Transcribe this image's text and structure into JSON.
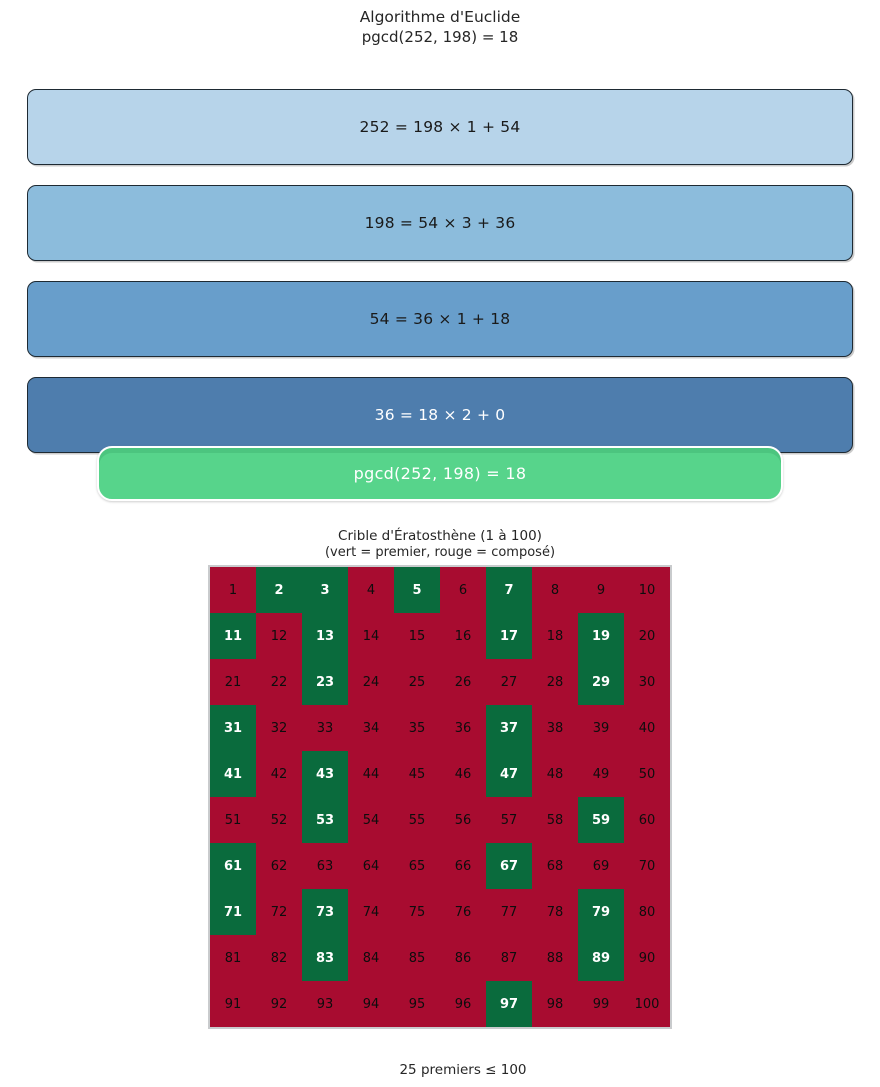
{
  "euclid": {
    "title": "Algorithme d'Euclide",
    "subtitle": "pgcd(252, 198) = 18",
    "steps": [
      {
        "text": "252 = 198 × 1 + 54",
        "fill": "#b7d4ea",
        "text_color": "#1a1a1a"
      },
      {
        "text": "198 = 54 × 3 + 36",
        "fill": "#8cbcdc",
        "text_color": "#1a1a1a"
      },
      {
        "text": "54 = 36 × 1 + 18",
        "fill": "#689ecb",
        "text_color": "#1a1a1a"
      },
      {
        "text": "36 = 18 × 2 + 0",
        "fill": "#4e7dad",
        "text_color": "#ffffff"
      }
    ],
    "result": {
      "text": "pgcd(252, 198) = 18",
      "fill": "#57d48b",
      "text_color": "#ffffff",
      "border_color": "#ffffff"
    }
  },
  "sieve": {
    "title": "Crible d'Ératosthène (1 à 100)",
    "legend": "(vert = premier, rouge = composé)",
    "grid_rows": 10,
    "grid_cols": 10,
    "numbers": [
      1,
      2,
      3,
      4,
      5,
      6,
      7,
      8,
      9,
      10,
      11,
      12,
      13,
      14,
      15,
      16,
      17,
      18,
      19,
      20,
      21,
      22,
      23,
      24,
      25,
      26,
      27,
      28,
      29,
      30,
      31,
      32,
      33,
      34,
      35,
      36,
      37,
      38,
      39,
      40,
      41,
      42,
      43,
      44,
      45,
      46,
      47,
      48,
      49,
      50,
      51,
      52,
      53,
      54,
      55,
      56,
      57,
      58,
      59,
      60,
      61,
      62,
      63,
      64,
      65,
      66,
      67,
      68,
      69,
      70,
      71,
      72,
      73,
      74,
      75,
      76,
      77,
      78,
      79,
      80,
      81,
      82,
      83,
      84,
      85,
      86,
      87,
      88,
      89,
      90,
      91,
      92,
      93,
      94,
      95,
      96,
      97,
      98,
      99,
      100
    ],
    "primes": [
      2,
      3,
      5,
      7,
      11,
      13,
      17,
      19,
      23,
      29,
      31,
      37,
      41,
      43,
      47,
      53,
      59,
      61,
      67,
      71,
      73,
      79,
      83,
      89,
      97
    ],
    "prime_color": "#0a6b3d",
    "composite_color": "#a80c30",
    "prime_text_color": "#ffffff",
    "composite_text_color": "#0d0d0d",
    "border_color": "#c9cbcd",
    "caption": "25 premiers ≤ 100"
  },
  "chart_data": [
    {
      "type": "table",
      "title": "Algorithme d'Euclide",
      "subtitle": "pgcd(252, 198) = 18",
      "rows": [
        "252 = 198 × 1 + 54",
        "198 = 54 × 3 + 36",
        "54 = 36 × 1 + 18",
        "36 = 18 × 2 + 0"
      ],
      "result": "pgcd(252, 198) = 18",
      "row_fills": [
        "#b7d4ea",
        "#8cbcdc",
        "#689ecb",
        "#4e7dad"
      ],
      "result_fill": "#57d48b"
    },
    {
      "type": "heatmap",
      "title": "Crible d'Ératosthène (1 à 100)",
      "subtitle": "(vert = premier, rouge = composé)",
      "grid_shape": [
        10,
        10
      ],
      "layout": "numbers 1 to 100, row-major, 10 per row",
      "green_cells_primes": [
        2,
        3,
        5,
        7,
        11,
        13,
        17,
        19,
        23,
        29,
        31,
        37,
        41,
        43,
        47,
        53,
        59,
        61,
        67,
        71,
        73,
        79,
        83,
        89,
        97
      ],
      "red_cells": "all composite numbers and 1",
      "prime_color": "#0a6b3d",
      "composite_color": "#a80c30",
      "caption": "25 premiers ≤ 100",
      "legend_position": "above grid"
    }
  ]
}
